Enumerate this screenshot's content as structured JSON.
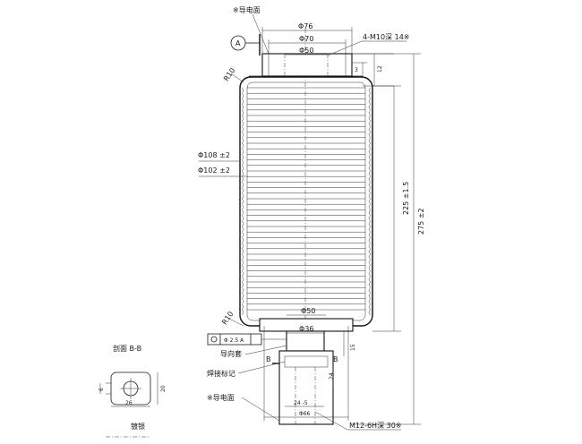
{
  "labels": {
    "conductive_face_top": "※导电面",
    "phi76": "Φ76",
    "phi70": "Φ70",
    "phi50_top": "Φ50",
    "thread_top": "4-M10深 14※",
    "dim_3": "3",
    "dim_12": "12",
    "r10_top": "R10",
    "phi108": "Φ108 ±2",
    "phi102": "Φ102 ±2",
    "dim_225": "225 ±1.5",
    "dim_275": "275 ±2",
    "r10_bottom": "R10",
    "phi50_bottom": "Φ50",
    "phi36": "Φ36",
    "tolerance_box": "Φ 2.5 A",
    "guide_sleeve": "导向套",
    "section_b_left": "B",
    "section_b_right": "B",
    "dim_15": "15",
    "dim_24": "24",
    "weld_mark": "焊接标记",
    "conductive_face_bottom": "※导电面",
    "dim_24_5": "24 -5",
    "phi66": "Φ66",
    "thread_bottom": "M12-6H深 30※",
    "section_title": "剖面 B-B",
    "dim_20": "20",
    "dim_26": "26",
    "dim_6": "6",
    "plating": "镀银",
    "datum_a": "A"
  }
}
